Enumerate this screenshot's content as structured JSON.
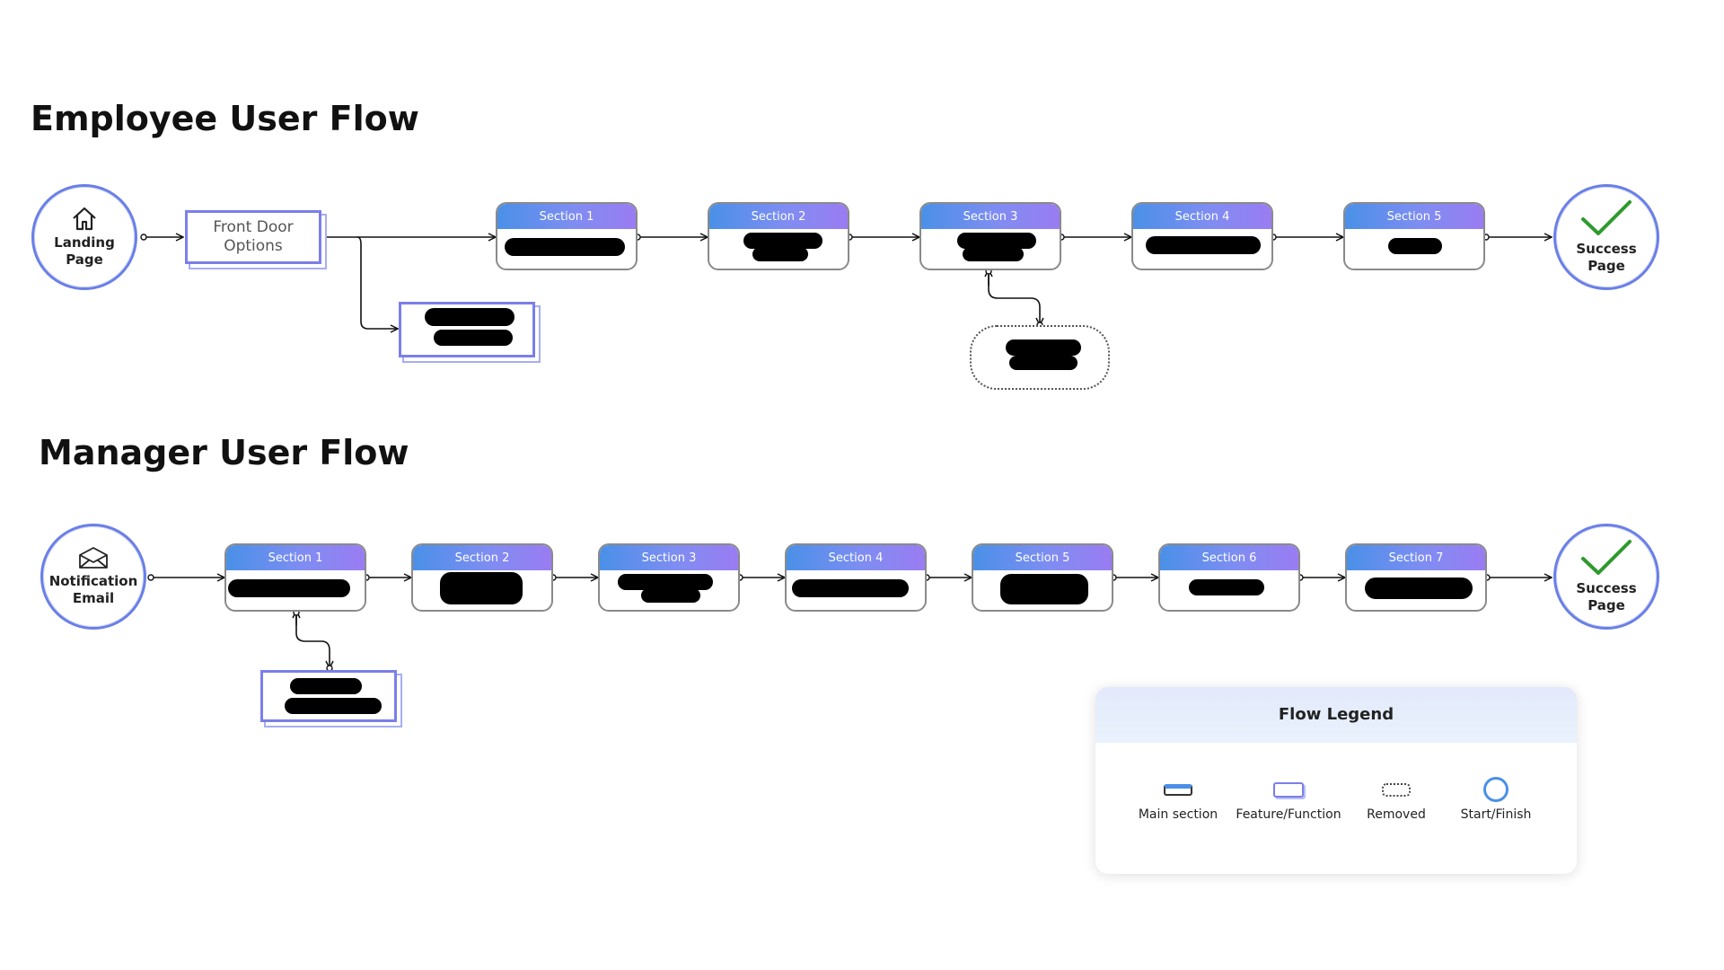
{
  "titles": {
    "employee": "Employee User Flow",
    "manager": "Manager User Flow"
  },
  "employee_flow": {
    "start": {
      "label": "Landing Page",
      "icon": "house-icon"
    },
    "front_door": {
      "label": "Front Door\nOptions"
    },
    "sections": [
      "Section 1",
      "Section 2",
      "Section 3",
      "Section 4",
      "Section 5"
    ],
    "finish": {
      "label": "Success Page",
      "icon": "checkmark-icon"
    }
  },
  "manager_flow": {
    "start": {
      "label": "Notification\nEmail",
      "icon": "envelope-icon"
    },
    "sections": [
      "Section 1",
      "Section 2",
      "Section 3",
      "Section 4",
      "Section 5",
      "Section 6",
      "Section 7"
    ],
    "finish": {
      "label": "Success Page",
      "icon": "checkmark-icon"
    }
  },
  "legend": {
    "title": "Flow Legend",
    "items": [
      "Main section",
      "Feature/Function",
      "Removed",
      "Start/Finish"
    ]
  },
  "colors": {
    "node_border": "#6a7fe6",
    "header_gradient_start": "#4a90e8",
    "header_gradient_end": "#9a7cf2",
    "check": "#2e9a2e"
  }
}
